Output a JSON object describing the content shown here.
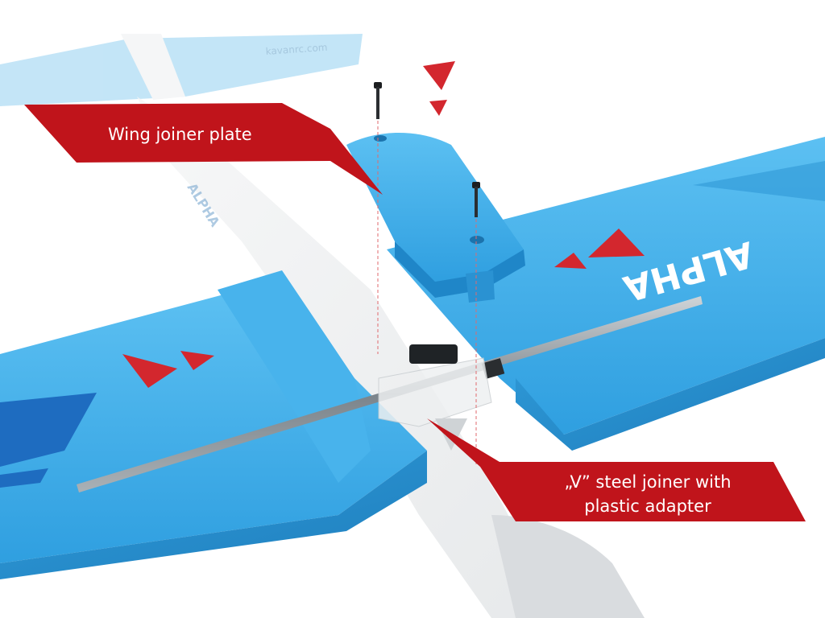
{
  "callouts": {
    "wing_joiner_plate": "Wing joiner plate",
    "steel_joiner": "„V” steel joiner with plastic adapter"
  },
  "markings": {
    "wing_lettering": "ALPHA",
    "fuselage_lettering": "ALPHA",
    "tail_lettering": "kavanrc.com"
  },
  "colors": {
    "foam_blue": "#39a8e6",
    "callout_red": "#c0141b",
    "arrow_red": "#d3272e"
  }
}
